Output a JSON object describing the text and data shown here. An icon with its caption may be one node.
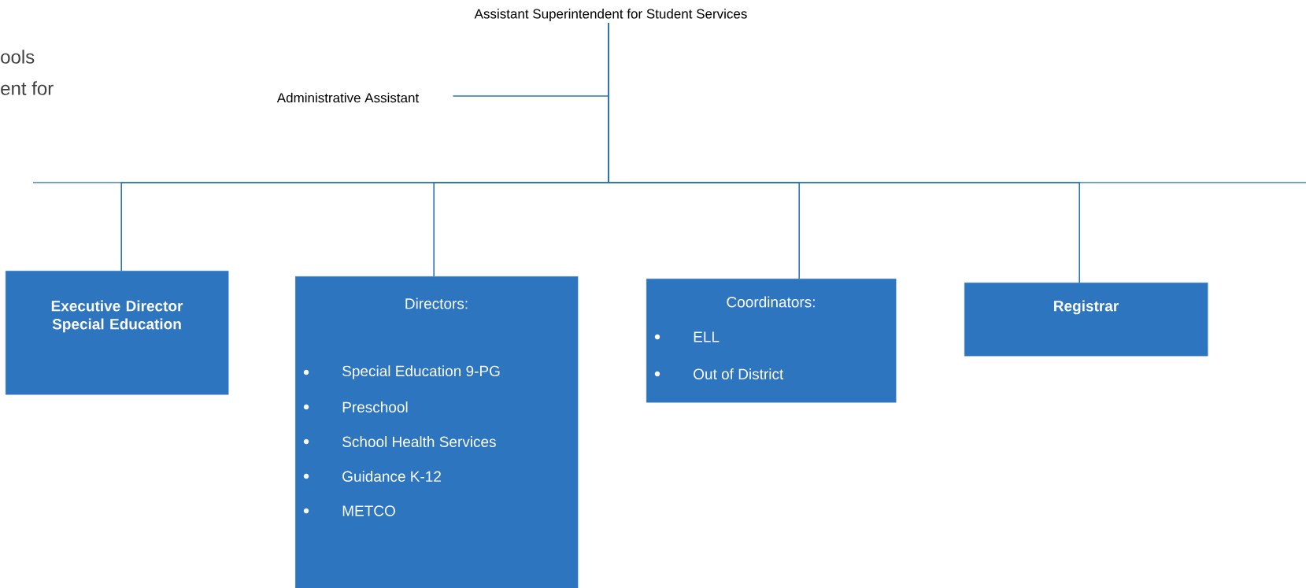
{
  "diagram": {
    "nodes": [
      {
        "text": [
          "Assistant Superintendent for Student Services"
        ]
      },
      {
        "text": [
          "Administrative Assistant"
        ]
      },
      {
        "text": [
          "Executive Director Special Education"
        ]
      },
      {
        "text": [
          "Directors:",
          "Special Education 9-PG",
          "Preschool",
          "School Health Services",
          "Guidance K-12",
          "METCO"
        ]
      },
      {
        "text": [
          "Coordinators:",
          "ELL",
          "Out of District"
        ]
      },
      {
        "text": [
          "Registrar"
        ]
      }
    ],
    "edges": [
      {
        "from": 0,
        "to": 1,
        "arrow": "none"
      },
      {
        "from": 0,
        "to": 2,
        "arrow": "none"
      },
      {
        "from": 0,
        "to": 3,
        "arrow": "none"
      },
      {
        "from": 0,
        "to": 4,
        "arrow": "none"
      },
      {
        "from": 0,
        "to": 5,
        "arrow": "none"
      }
    ],
    "labels": [
      "ools",
      "ent for"
    ]
  }
}
